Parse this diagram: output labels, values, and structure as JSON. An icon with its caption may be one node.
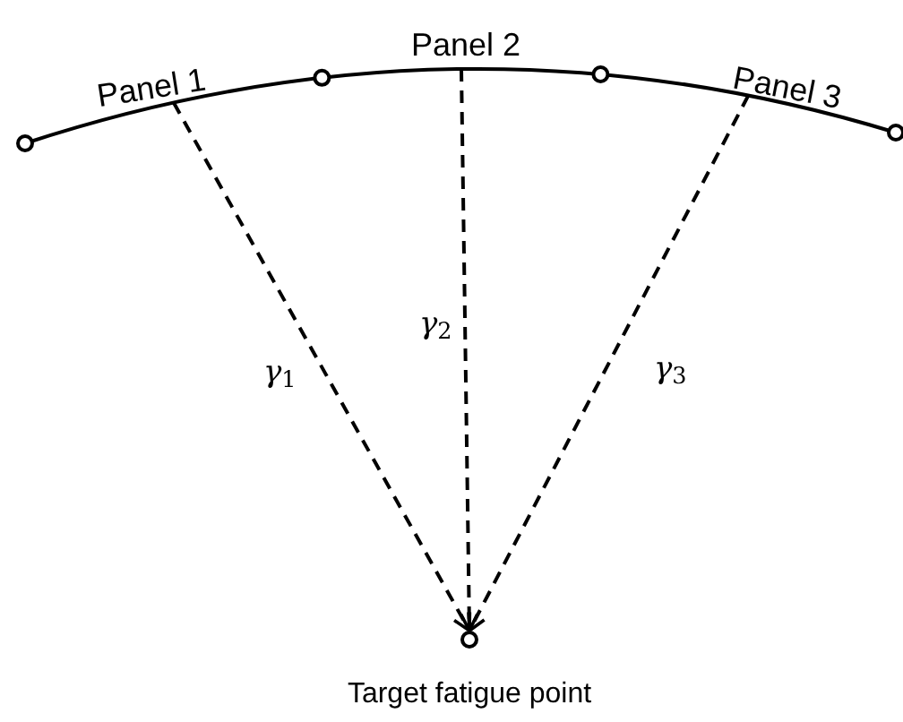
{
  "diagram": {
    "nodes": [
      {
        "text": [
          "Panel 1"
        ]
      },
      {
        "text": [
          "Panel 2"
        ]
      },
      {
        "text": [
          "Panel 3"
        ]
      },
      {
        "text": [
          "Target fatigue point"
        ]
      }
    ],
    "edges": [
      {
        "from": 0,
        "to": 3,
        "arrow": "to",
        "style": "dashed",
        "label": "*γ*$_{1}$"
      },
      {
        "from": 1,
        "to": 3,
        "arrow": "to",
        "style": "dashed",
        "label": "*γ*$_{2}$"
      },
      {
        "from": 2,
        "to": 3,
        "arrow": "to",
        "style": "dashed",
        "label": "*γ*$_{3}$"
      }
    ]
  }
}
